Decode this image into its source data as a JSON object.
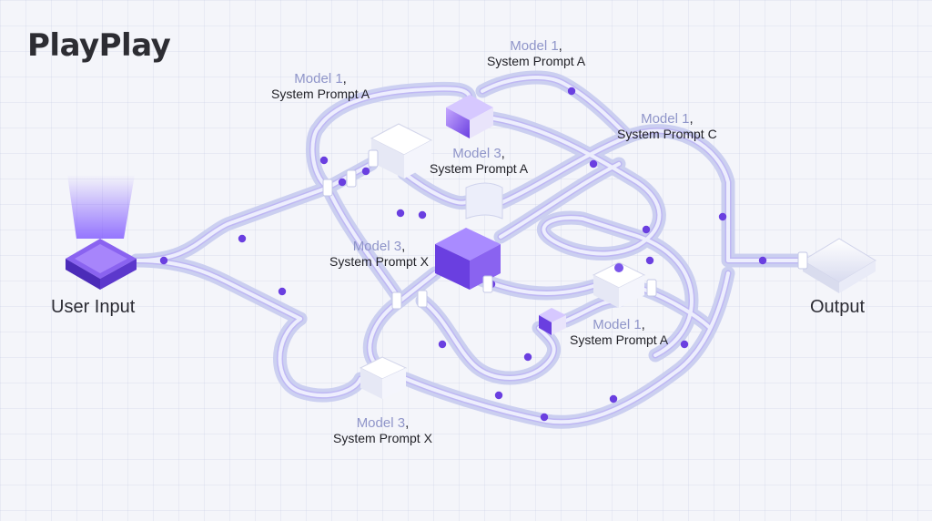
{
  "brand": {
    "logo": "PlayPlay"
  },
  "io": {
    "input_label": "User Input",
    "output_label": "Output"
  },
  "models": [
    {
      "model": "Model 1",
      "sep": ",",
      "prompt": "System Prompt A"
    },
    {
      "model": "Model 1",
      "sep": ",",
      "prompt": "System Prompt A"
    },
    {
      "model": "Model 1",
      "sep": ",",
      "prompt": "System Prompt C"
    },
    {
      "model": "Model 3",
      "sep": ",",
      "prompt": "System Prompt A"
    },
    {
      "model": "Model 3",
      "sep": ",",
      "prompt": "System Prompt X"
    },
    {
      "model": "Model 1",
      "sep": ",",
      "prompt": "System Prompt A"
    },
    {
      "model": "Model 3",
      "sep": ",",
      "prompt": "System Prompt X"
    }
  ],
  "colors": {
    "tube": "#c9cdf0",
    "tube_core": "#eef0ff",
    "purple": "#7a55ea",
    "dot": "#6a3fe0",
    "model_text": "#8f95c9"
  }
}
